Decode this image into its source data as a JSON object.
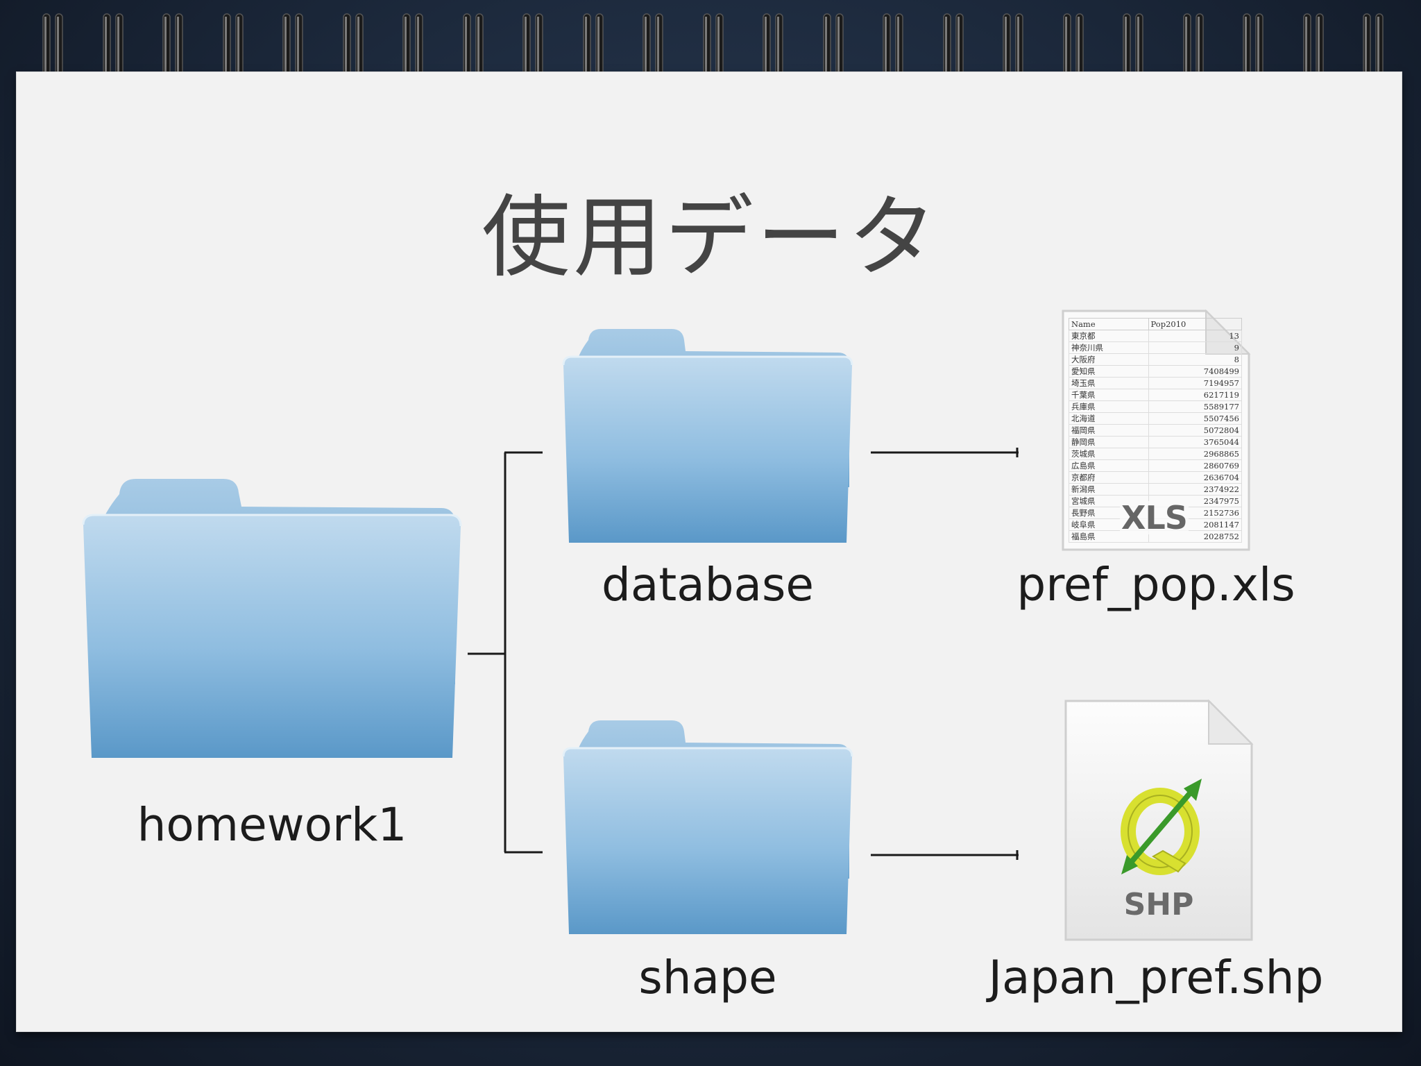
{
  "title": "使用データ",
  "nodes": {
    "root": {
      "label": "homework1"
    },
    "folder1": {
      "label": "database"
    },
    "folder2": {
      "label": "shape"
    },
    "file1": {
      "label": "pref_pop.xls",
      "badge": "XLS"
    },
    "file2": {
      "label": "Japan_pref.shp",
      "badge": "SHP"
    }
  },
  "spreadsheet": {
    "headers": [
      "Name",
      "Pop2010"
    ],
    "rows": [
      [
        "東京都",
        "13"
      ],
      [
        "神奈川県",
        "9"
      ],
      [
        "大阪府",
        "8"
      ],
      [
        "愛知県",
        "7408499"
      ],
      [
        "埼玉県",
        "7194957"
      ],
      [
        "千葉県",
        "6217119"
      ],
      [
        "兵庫県",
        "5589177"
      ],
      [
        "北海道",
        "5507456"
      ],
      [
        "福岡県",
        "5072804"
      ],
      [
        "静岡県",
        "3765044"
      ],
      [
        "茨城県",
        "2968865"
      ],
      [
        "広島県",
        "2860769"
      ],
      [
        "京都府",
        "2636704"
      ],
      [
        "新潟県",
        "2374922"
      ],
      [
        "宮城県",
        "2347975"
      ],
      [
        "長野県",
        "2152736"
      ],
      [
        "岐阜県",
        "2081147"
      ],
      [
        "福島県",
        "2028752"
      ]
    ]
  },
  "colors": {
    "folder_top": "#b4d2ea",
    "folder_bottom": "#5c9ccb",
    "connector": "#1a1a1a",
    "qgis_green": "#3a9a2a",
    "qgis_yellow": "#d8e030"
  }
}
